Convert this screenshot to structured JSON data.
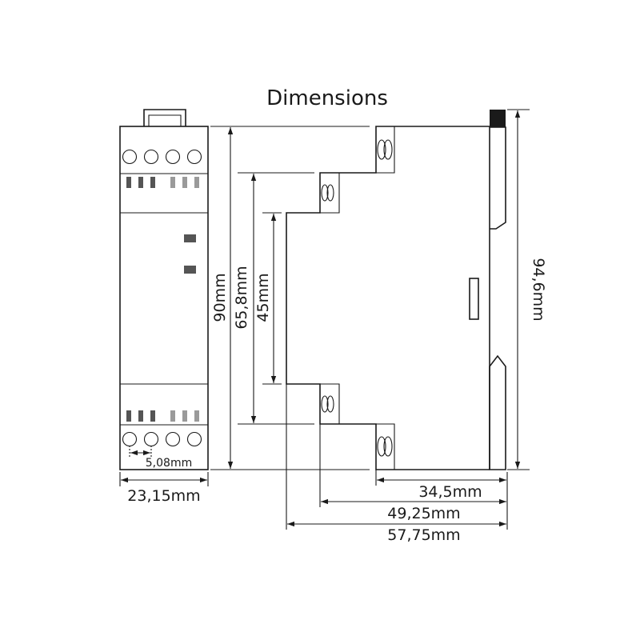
{
  "title": "Dimensions",
  "colors": {
    "line": "#1a1a1a",
    "terminal_dark": "#555555",
    "terminal_light": "#9a9a9a",
    "cap": "#1a1a1a"
  },
  "front_view": {
    "top_terminal_count": 4,
    "bottom_terminal_count": 4,
    "led_count": 2,
    "width_label": "23,15mm",
    "pitch_label": "5,08mm"
  },
  "side_view": {
    "height_labels": {
      "total": "90mm",
      "step": "65,8mm",
      "inner": "45mm",
      "overall": "94,6mm"
    },
    "depth_labels": {
      "front": "34,5mm",
      "middle": "49,25mm",
      "rear": "57,75mm"
    }
  }
}
